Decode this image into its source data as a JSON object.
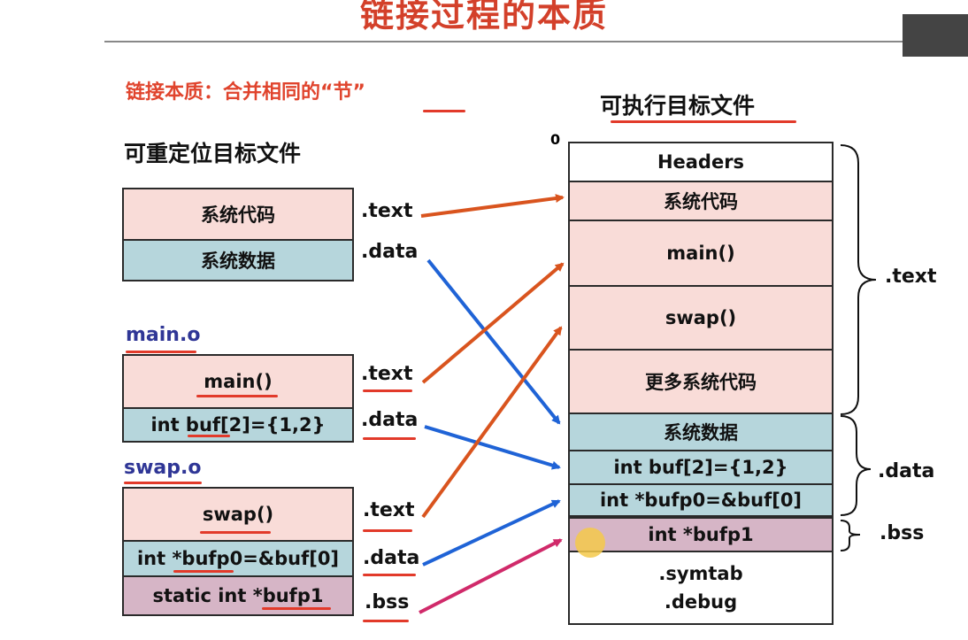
{
  "title": "链接过程的本质",
  "subtitle": "链接本质：合并相同的“节”",
  "left_heading": "可重定位目标文件",
  "right_heading": "可执行目标文件",
  "origin_label": "0",
  "files": {
    "main": "main.o",
    "swap": "swap.o"
  },
  "left_boxes": {
    "sys_code": "系统代码",
    "sys_data": "系统数据",
    "main_func": "main()",
    "main_data": "int  buf[2]={1,2}",
    "swap_func": "swap()",
    "swap_data": "int *bufp0=&buf[0]",
    "swap_bss": "static int *bufp1"
  },
  "left_labels": {
    "sys_text": ".text",
    "sys_data": ".data",
    "main_text": ".text",
    "main_data": ".data",
    "swap_text": ".text",
    "swap_data": ".data",
    "swap_bss": ".bss"
  },
  "right_boxes": {
    "headers": "Headers",
    "sys_code": "系统代码",
    "main_func": "main()",
    "swap_func": "swap()",
    "more_code": "更多系统代码",
    "sys_data": "系统数据",
    "buf": "int buf[2]={1,2}",
    "bufp0": "int  *bufp0=&buf[0]",
    "bufp1": "int *bufp1",
    "symtab": ".symtab",
    "debug": ".debug"
  },
  "right_labels": {
    "text": ".text",
    "data": ".data",
    "bss": ".bss"
  },
  "colors": {
    "title": "#d3402a",
    "code_box": "#f9dcd8",
    "data_box": "#b6d6dc",
    "bss_box": "#d6b5c6",
    "text_arrow": "#d9541e",
    "data_arrow": "#1f63d6",
    "bss_arrow": "#d02a6a"
  }
}
